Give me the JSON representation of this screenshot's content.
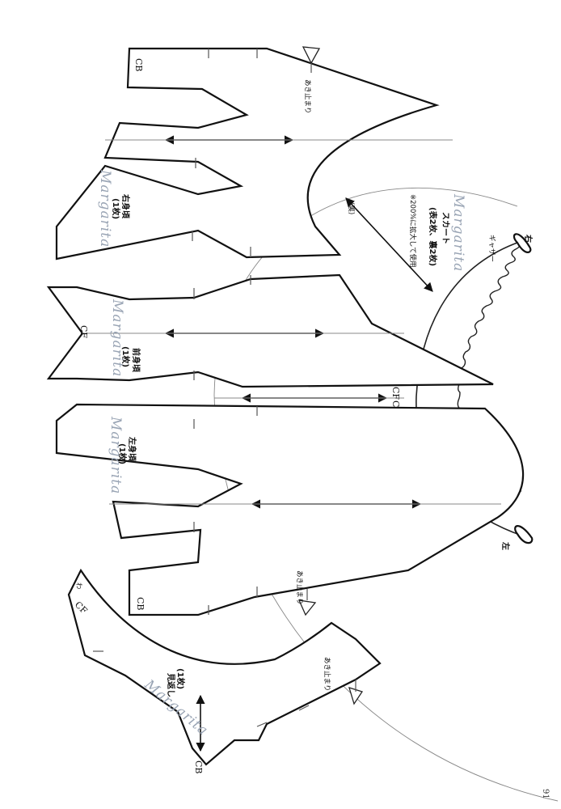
{
  "labels": {
    "cb": "CB",
    "cf": "CF",
    "akidomari": "あき止まり",
    "right_bodice": {
      "title": "右身頃",
      "count": "(1枚)"
    },
    "front_bodice": {
      "title": "前身頃",
      "count": "(1枚)"
    },
    "left_bodice": {
      "title": "左身頃",
      "count": "(1枚)"
    },
    "skirt": {
      "title": "スカート",
      "count": "(表2枚、裏2枚)",
      "note": "※200%に拡大して使用"
    },
    "facing": {
      "title": "見返し",
      "count": "(1枚)"
    },
    "back_mark": "(裏)",
    "gather": "ギャザー",
    "right": "右",
    "left": "左",
    "wa": "わ"
  },
  "brand": "Margarita",
  "page_number": "91",
  "colors": {
    "brand": "#9aa5b5",
    "ink": "#111111"
  }
}
